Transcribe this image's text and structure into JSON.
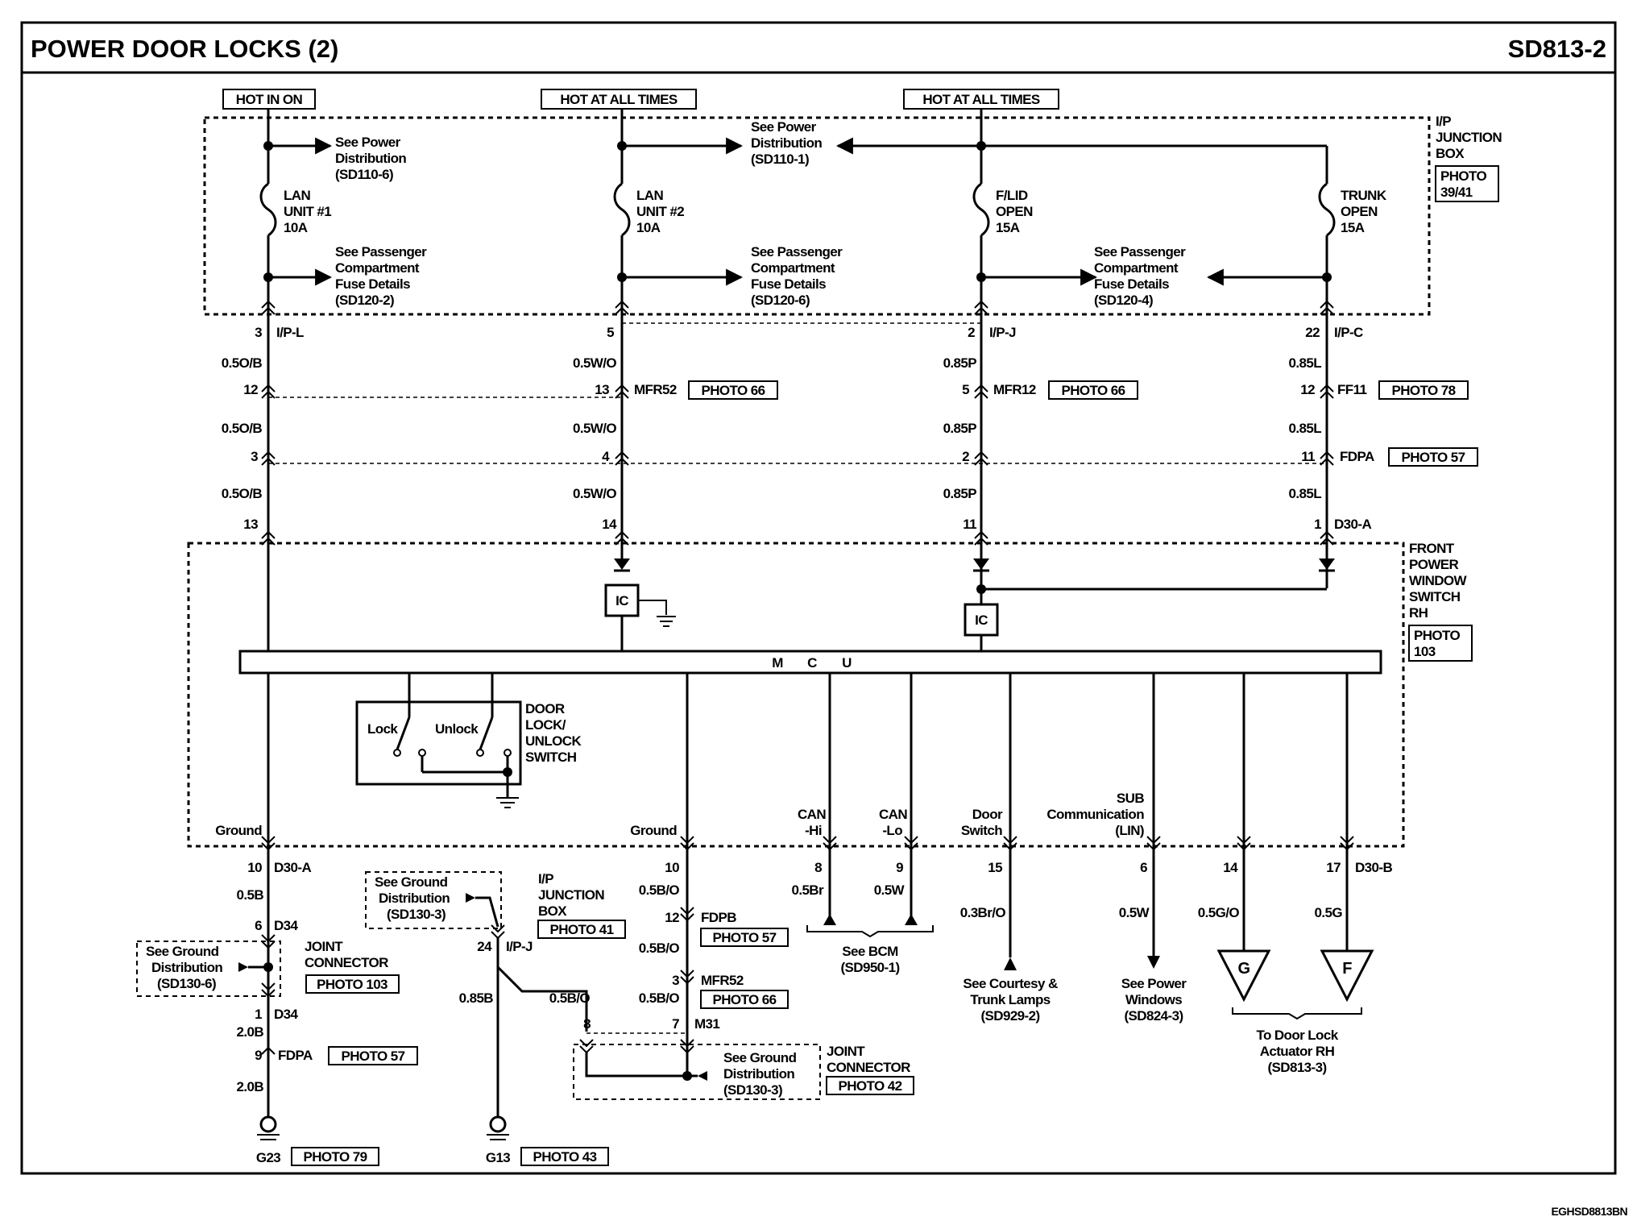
{
  "header": {
    "title": "POWER DOOR LOCKS (2)",
    "page_id": "SD813-2"
  },
  "footer": {
    "code": "EGHSD8813BN"
  },
  "power_sources": [
    "HOT IN ON",
    "HOT AT ALL TIMES",
    "HOT AT ALL TIMES"
  ],
  "ip_junction_box": {
    "label": [
      "I/P",
      "JUNCTION",
      "BOX"
    ],
    "photo": [
      "PHOTO",
      "39/41"
    ]
  },
  "fuses": [
    {
      "name": [
        "LAN",
        "UNIT #1",
        "10A"
      ]
    },
    {
      "name": [
        "LAN",
        "UNIT #2",
        "10A"
      ]
    },
    {
      "name": [
        "F/LID",
        "OPEN",
        "15A"
      ]
    },
    {
      "name": [
        "TRUNK",
        "OPEN",
        "15A"
      ]
    }
  ],
  "refs": {
    "power_dist_1": [
      "See Power",
      "Distribution",
      "(SD110-6)"
    ],
    "power_dist_2": [
      "See Power",
      "Distribution",
      "(SD110-1)"
    ],
    "pass_fuse_1": [
      "See Passenger",
      "Compartment",
      "Fuse Details",
      "(SD120-2)"
    ],
    "pass_fuse_2": [
      "See Passenger",
      "Compartment",
      "Fuse Details",
      "(SD120-6)"
    ],
    "pass_fuse_3": [
      "See Passenger",
      "Compartment",
      "Fuse Details",
      "(SD120-4)"
    ]
  },
  "connectors": {
    "ipl": "I/P-L",
    "ipj": "I/P-J",
    "ipc": "I/P-C",
    "mfr52": "MFR52",
    "mfr12": "MFR12",
    "ff11": "FF11",
    "fdpa": "FDPA",
    "d30a": "D30-A",
    "d30b": "D30-B",
    "d34": "D34",
    "fdpb": "FDPB",
    "m31": "M31"
  },
  "photos": {
    "p66": "PHOTO 66",
    "p78": "PHOTO 78",
    "p57": "PHOTO 57",
    "p103": "PHOTO 103",
    "p41": "PHOTO 41",
    "p42": "PHOTO 42",
    "p79": "PHOTO 79",
    "p43": "PHOTO 43"
  },
  "wires": {
    "c1": [
      "3",
      "0.5O/B",
      "12",
      "0.5O/B",
      "3",
      "0.5O/B",
      "13"
    ],
    "c2": [
      "5",
      "0.5W/O",
      "13",
      "0.5W/O",
      "4",
      "0.5W/O",
      "14"
    ],
    "c3": [
      "2",
      "0.85P",
      "5",
      "0.85P",
      "2",
      "0.85P",
      "11"
    ],
    "c4": [
      "22",
      "0.85L",
      "12",
      "0.85L",
      "11",
      "0.85L",
      "1"
    ]
  },
  "front_switch": {
    "label": [
      "FRONT",
      "POWER",
      "WINDOW",
      "SWITCH",
      "RH"
    ],
    "photo": [
      "PHOTO",
      "103"
    ]
  },
  "mcu": {
    "letters": [
      "M",
      "C",
      "U"
    ],
    "ic": "IC"
  },
  "door_switch": {
    "lock": "Lock",
    "unlock": "Unlock",
    "label": [
      "DOOR",
      "LOCK/",
      "UNLOCK",
      "SWITCH"
    ]
  },
  "terminals": {
    "ground": "Ground",
    "can_hi": [
      "CAN",
      "-Hi"
    ],
    "can_lo": [
      "CAN",
      "-Lo"
    ],
    "door": [
      "Door",
      "Switch"
    ],
    "sub": [
      "SUB",
      "Communication",
      "(LIN)"
    ]
  },
  "bottom_pins": {
    "gnd1": [
      "10",
      "0.5B",
      "6",
      "1",
      "2.0B",
      "9",
      "2.0B"
    ],
    "gnd2": [
      "10",
      "0.5B/O",
      "12",
      "0.5B/O",
      "3",
      "0.5B/O",
      "7"
    ],
    "can": [
      "8",
      "0.5Br",
      "9",
      "0.5W"
    ],
    "door": [
      "15",
      "0.3Br/O"
    ],
    "sub": [
      "6",
      "0.5W"
    ],
    "act": [
      "14",
      "0.5G/O",
      "17",
      "0.5G"
    ],
    "ipj_bot": [
      "24",
      "0.85B",
      "0.5B/O",
      "8"
    ]
  },
  "ground_refs": {
    "g_ipj": [
      "See Ground",
      "Distribution",
      "(SD130-3)"
    ],
    "g_jc1": [
      "See Ground",
      "Distribution",
      "(SD130-6)"
    ],
    "g_jc2": [
      "See Ground",
      "Distribution",
      "(SD130-3)"
    ]
  },
  "joint_connector": [
    "JOINT",
    "CONNECTOR"
  ],
  "ipj_box_small": [
    "I/P",
    "JUNCTION",
    "BOX"
  ],
  "ground_points": {
    "g23": "G23",
    "g13": "G13"
  },
  "bottom_refs": {
    "bcm": [
      "See BCM",
      "(SD950-1)"
    ],
    "courtesy": [
      "See Courtesy &",
      "Trunk Lamps",
      "(SD929-2)"
    ],
    "windows": [
      "See Power",
      "Windows",
      "(SD824-3)"
    ],
    "actuator": [
      "To Door Lock",
      "Actuator RH",
      "(SD813-3)"
    ]
  },
  "offpage": [
    "G",
    "F"
  ]
}
